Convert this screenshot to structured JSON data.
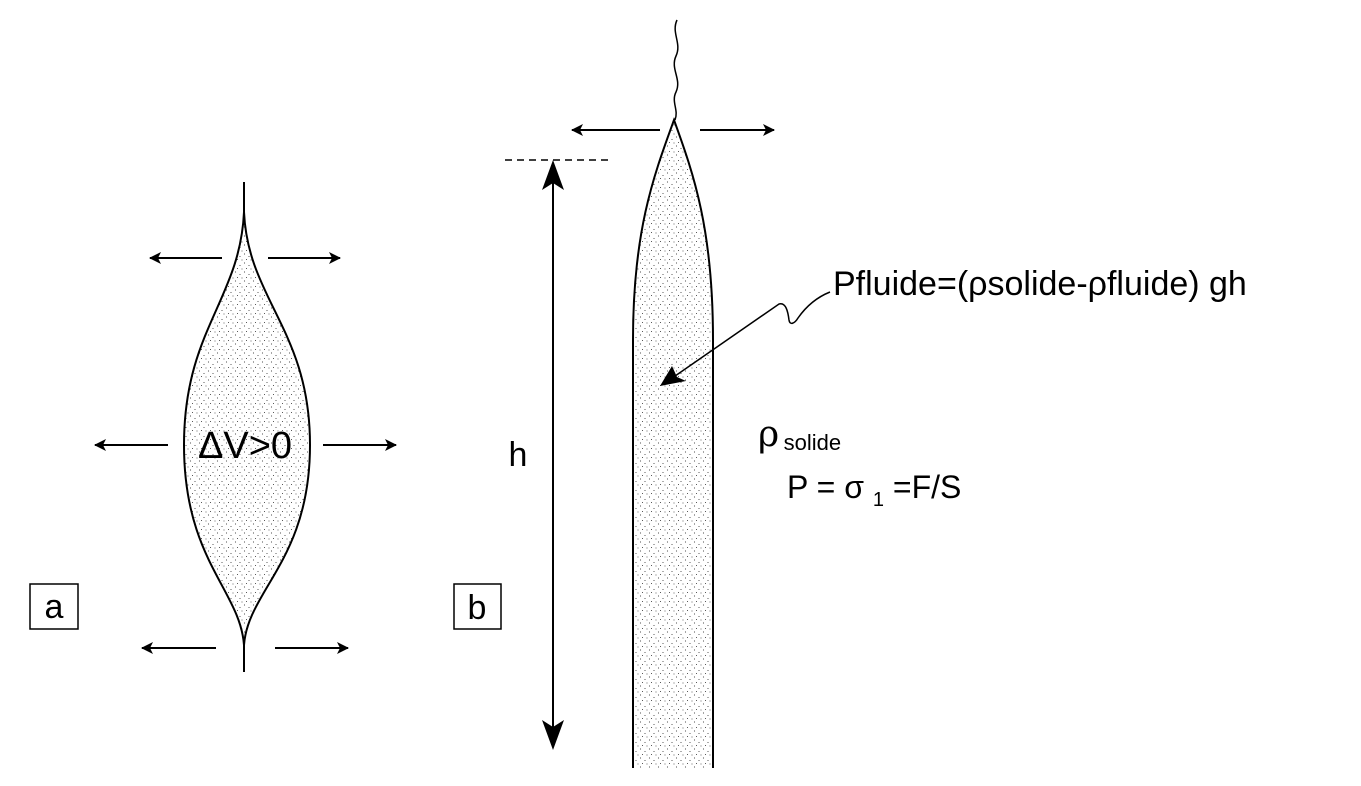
{
  "panel_a": {
    "label": "a",
    "volume_label": "ΔV>0"
  },
  "panel_b": {
    "label": "b",
    "height_label": "h",
    "pressure_equation": "Pfluide=(ρsolide-ρfluide) gh",
    "density_symbol": "ρ",
    "density_subscript": "solide",
    "stress_prefix": "P = σ",
    "stress_subscript": "1",
    "stress_suffix": "=F/S"
  }
}
